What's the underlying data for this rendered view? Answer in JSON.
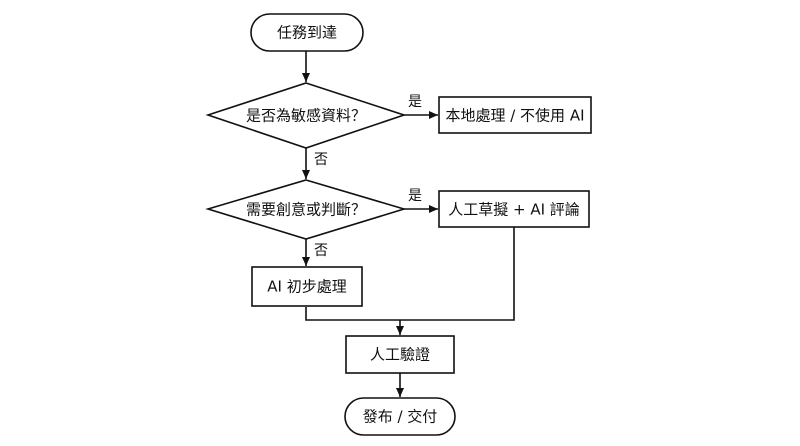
{
  "nodes": {
    "start": "任務到達",
    "decision_sensitive": "是否為敏感資料？",
    "local_processing": "本地處理 / 不使用 AI",
    "decision_creative": "需要創意或判斷？",
    "human_draft_ai_review": "人工草擬 + AI 評論",
    "ai_initial_processing": "AI 初步處理",
    "human_verification": "人工驗證",
    "end": "發布 / 交付"
  },
  "edges": {
    "yes_1": "是",
    "no_1": "否",
    "yes_2": "是",
    "no_2": "否"
  },
  "colors": {
    "stroke": "#111111",
    "fill": "#ffffff",
    "text": "#111111"
  }
}
